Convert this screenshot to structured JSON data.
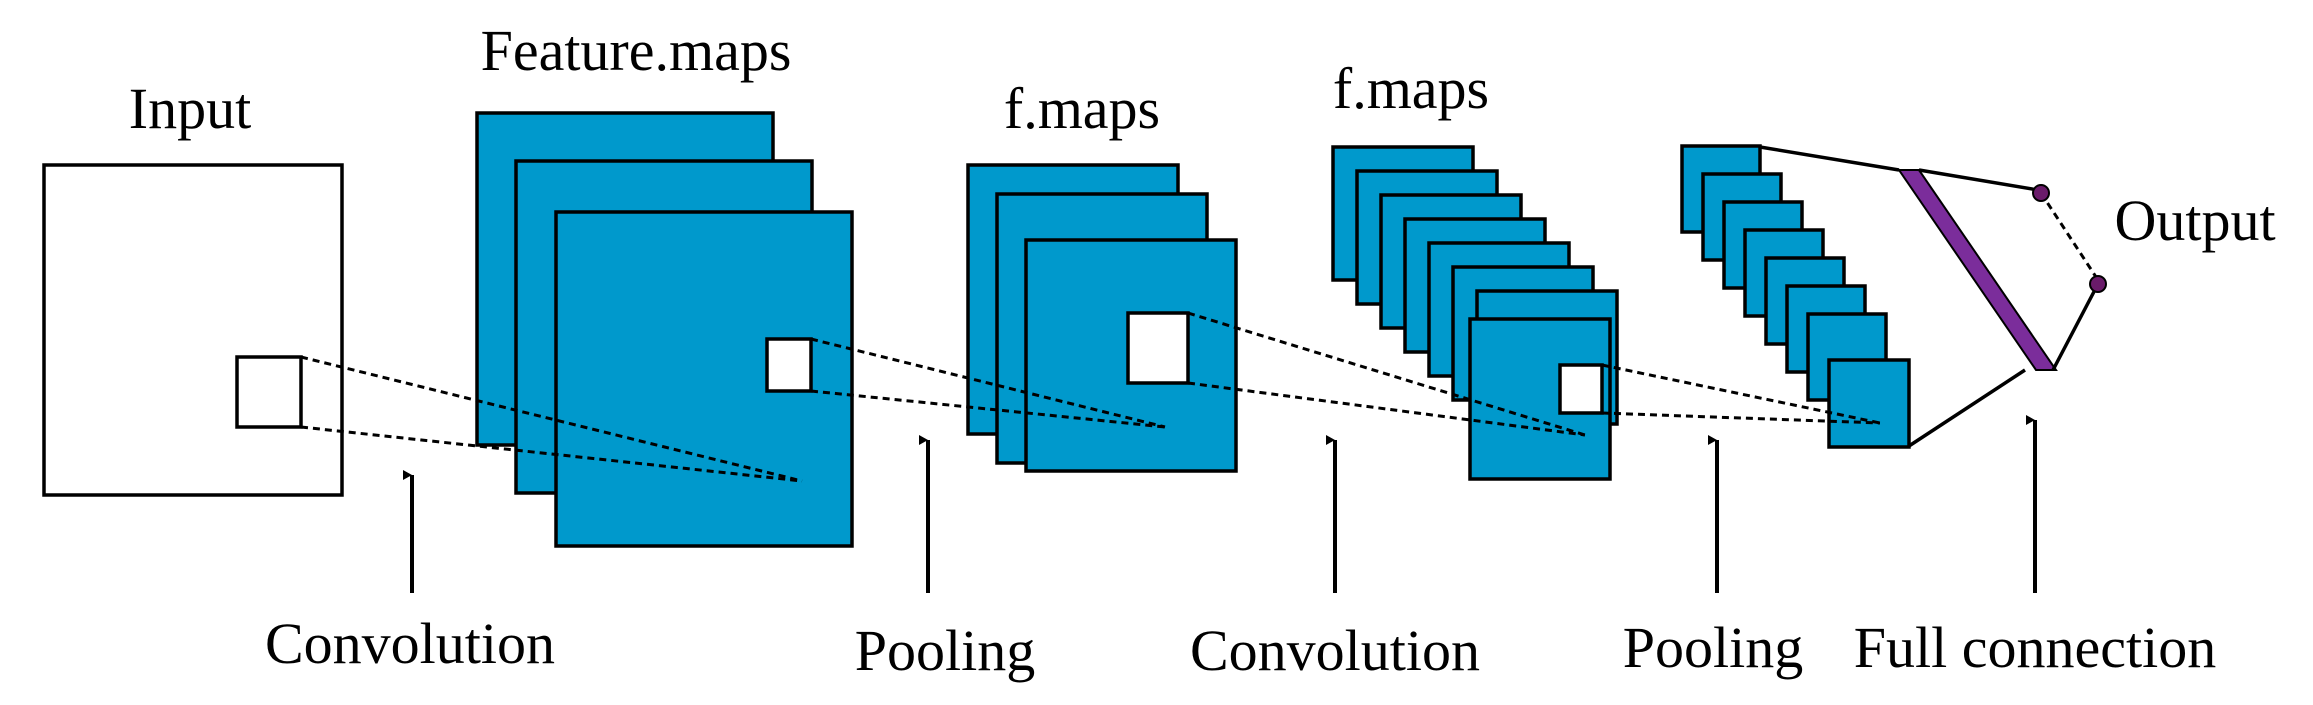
{
  "labels": {
    "input": "Input",
    "feature_maps": "Feature.maps",
    "fmaps_1": "f.maps",
    "fmaps_2": "f.maps",
    "output": "Output"
  },
  "stages": [
    {
      "label": "Convolution"
    },
    {
      "label": "Pooling"
    },
    {
      "label": "Convolution"
    },
    {
      "label": "Pooling"
    },
    {
      "label": "Full connection"
    }
  ],
  "colors": {
    "feature_map_fill": "#0099CC",
    "fc_layer": "#7B2D9B",
    "output_node": "#6A1B6A"
  }
}
